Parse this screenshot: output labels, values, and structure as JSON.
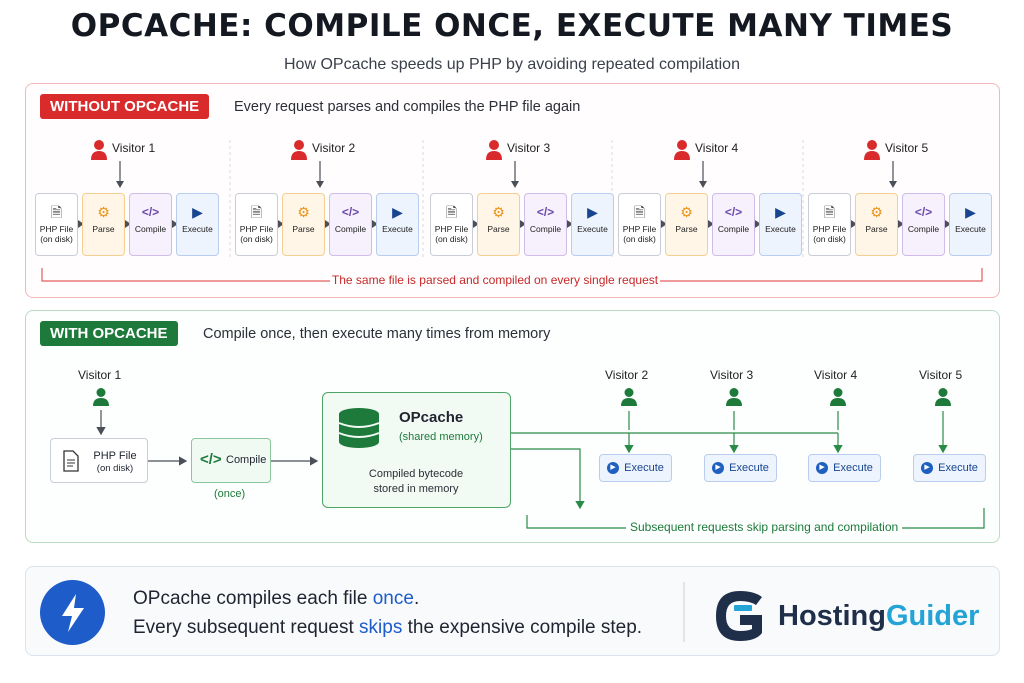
{
  "title": "OPCACHE: COMPILE ONCE, EXECUTE MANY TIMES",
  "subtitle": "How OPcache speeds up PHP by avoiding repeated compilation",
  "without": {
    "badge": "WITHOUT OPCACHE",
    "description": "Every request parses and compiles the PHP file again",
    "visitors": [
      "Visitor 1",
      "Visitor 2",
      "Visitor 3",
      "Visitor 4",
      "Visitor 5"
    ],
    "steps": {
      "file": [
        "PHP File",
        "(on disk)"
      ],
      "parse": "Parse",
      "compile": "Compile",
      "execute": "Execute"
    },
    "note": "The same file is parsed and compiled on every single request"
  },
  "with": {
    "badge": "WITH OPCACHE",
    "description": "Compile once, then execute many times from memory",
    "first_visitor": "Visitor 1",
    "file": [
      "PHP File",
      "(on disk)"
    ],
    "compile": "Compile",
    "compile_note": "(once)",
    "opcache": {
      "title": "OPcache",
      "subtitle": "(shared memory)",
      "desc_line1": "Compiled bytecode",
      "desc_line2": "stored in memory"
    },
    "other_visitors": [
      "Visitor 2",
      "Visitor 3",
      "Visitor 4",
      "Visitor 5"
    ],
    "execute_label": "Execute",
    "note": "Subsequent requests skip parsing and compilation"
  },
  "bottom": {
    "line1_pre": "OPcache compiles each file ",
    "line1_hl": "once",
    "line1_post": ".",
    "line2_pre": "Every subsequent request ",
    "line2_hl": "skips",
    "line2_post": " the expensive compile step.",
    "brand_part1": "Hosting",
    "brand_part2": "Guider"
  },
  "colors": {
    "red": "#d92b2b",
    "green": "#1d7a3b",
    "blue": "#1d5cc9",
    "parse": "#e8941c",
    "compile": "#6b4aa8",
    "execute": "#17458f"
  }
}
